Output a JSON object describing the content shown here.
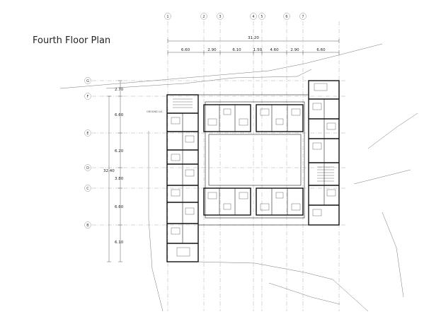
{
  "title": "Fourth Floor Plan",
  "column_axes": [
    "1",
    "2",
    "3",
    "4",
    "5",
    "6",
    "7"
  ],
  "row_axes": [
    "G",
    "F",
    "E",
    "D",
    "C",
    "B"
  ],
  "overall_dimension": "31.20",
  "top_dimensions": [
    "6.60",
    "2.90",
    "6.10",
    "1.50",
    "4.60",
    "2.90",
    "6.60"
  ],
  "overall_vertical_dimension": "32.40",
  "left_dimensions": [
    "2.70",
    "6.60",
    "6.20",
    "3.80",
    "6.60",
    "6.10"
  ],
  "small_label": "GROUND LVL"
}
